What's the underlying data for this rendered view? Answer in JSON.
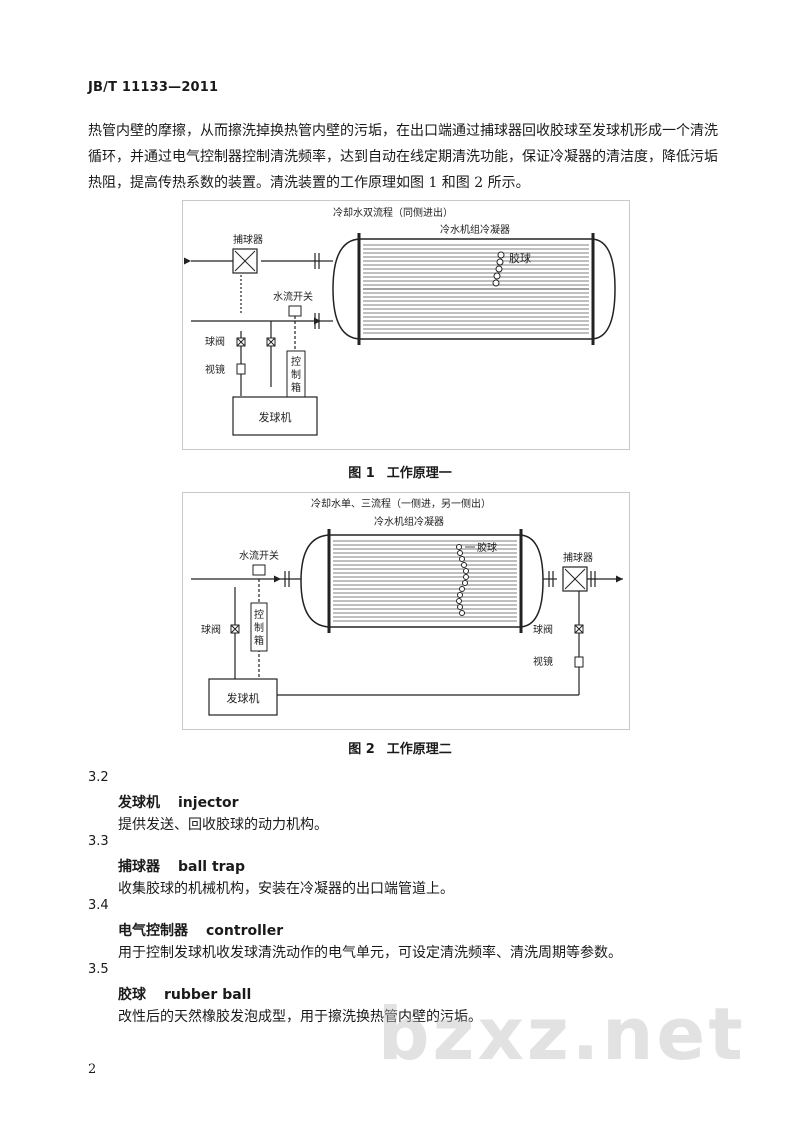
{
  "header": {
    "std_code": "JB/T 11133—2011"
  },
  "intro": {
    "lines": [
      "热管内壁的摩擦，从而擦洗掉换热管内壁的污垢，在出口端通过捕球器回收胶球至发球机形成一个清洗",
      "循环，并通过电气控制器控制清洗频率，达到自动在线定期清洗功能，保证冷凝器的清洁度，降低污垢",
      "热阻，提高传热系数的装置。清洗装置的工作原理如图 1 和图 2 所示。"
    ]
  },
  "figure1": {
    "top_title": "冷却水双流程（同侧进出）",
    "condenser": "冷水机组冷凝器",
    "ball": "胶球",
    "ball_trap": "捕球器",
    "flow_switch": "水流开关",
    "ball_valve": "球阀",
    "sight_glass": "视镜",
    "control_box": [
      "控",
      "制",
      "箱"
    ],
    "injector": "发球机",
    "caption_num": "图 1",
    "caption_text": "工作原理一"
  },
  "figure2": {
    "top_title": "冷却水单、三流程（一侧进，另一侧出）",
    "condenser": "冷水机组冷凝器",
    "ball": "胶球",
    "ball_trap": "捕球器",
    "flow_switch": "水流开关",
    "ball_valve_left": "球阀",
    "ball_valve_right": "球阀",
    "sight_glass": "视镜",
    "control_box": [
      "控",
      "制",
      "箱"
    ],
    "injector": "发球机",
    "caption_num": "图 2",
    "caption_text": "工作原理二"
  },
  "sections": [
    {
      "num": "3.2",
      "term_cn": "发球机",
      "term_en": "injector",
      "definition": "提供发送、回收胶球的动力机构。"
    },
    {
      "num": "3.3",
      "term_cn": "捕球器",
      "term_en": "ball trap",
      "definition": "收集胶球的机械机构，安装在冷凝器的出口端管道上。"
    },
    {
      "num": "3.4",
      "term_cn": "电气控制器",
      "term_en": "controller",
      "definition": "用于控制发球机收发球清洗动作的电气单元，可设定清洗频率、清洗周期等参数。"
    },
    {
      "num": "3.5",
      "term_cn": "胶球",
      "term_en": "rubber ball",
      "definition": "改性后的天然橡胶发泡成型，用于擦洗换热管内壁的污垢。"
    }
  ],
  "page_number": "2",
  "watermark": "bzxz.net"
}
